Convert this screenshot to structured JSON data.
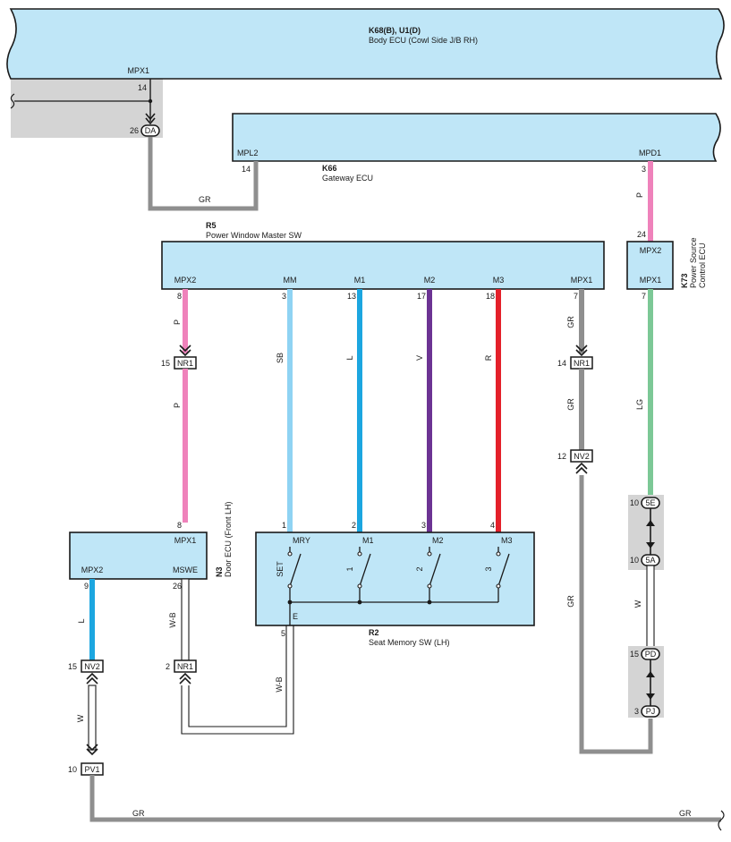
{
  "components": {
    "body_ecu": {
      "code": "K68(B), U1(D)",
      "name": "Body ECU (Cowl Side J/B RH)",
      "pin_name": "MPX1",
      "pin": "14",
      "connector": "DA",
      "connector_pin": "26"
    },
    "gateway_ecu": {
      "code": "K66",
      "name": "Gateway ECU",
      "pin_left_name": "MPL2",
      "pin_left": "14",
      "pin_right_name": "MPD1",
      "pin_right": "3"
    },
    "pw_master": {
      "code": "R5",
      "name": "Power Window Master SW",
      "pins": [
        {
          "name": "MPX2",
          "num": "8"
        },
        {
          "name": "MM",
          "num": "3"
        },
        {
          "name": "M1",
          "num": "13"
        },
        {
          "name": "M2",
          "num": "17"
        },
        {
          "name": "M3",
          "num": "18"
        },
        {
          "name": "MPX1",
          "num": "7"
        }
      ]
    },
    "power_source": {
      "code": "K73",
      "name_line1": "Power Source",
      "name_line2": "Control ECU",
      "pin_top_name": "MPX2",
      "pin_top": "24",
      "pin_bot_name": "MPX1",
      "pin_bot": "7"
    },
    "door_ecu": {
      "code": "N3",
      "name": "Door ECU (Front LH)",
      "pin_mpx1_name": "MPX1",
      "pin_mpx1": "8",
      "pin_mpx2_name": "MPX2",
      "pin_mpx2": "9",
      "pin_mswe_name": "MSWE",
      "pin_mswe": "26"
    },
    "seat_memory": {
      "code": "R2",
      "name": "Seat Memory SW (LH)",
      "pins": [
        {
          "name": "MRY",
          "num": "1",
          "switch": "SET"
        },
        {
          "name": "M1",
          "num": "2",
          "switch": "1"
        },
        {
          "name": "M2",
          "num": "3",
          "switch": "2"
        },
        {
          "name": "M3",
          "num": "4",
          "switch": "3"
        }
      ],
      "ground_name": "E",
      "ground_pin": "5"
    }
  },
  "connectors": {
    "nr1_a": {
      "label": "NR1",
      "pin": "15"
    },
    "nr1_b": {
      "label": "NR1",
      "pin": "14"
    },
    "nr1_c": {
      "label": "NR1",
      "pin": "2"
    },
    "nv2_a": {
      "label": "NV2",
      "pin": "12"
    },
    "nv2_b": {
      "label": "NV2",
      "pin": "15"
    },
    "pv1": {
      "label": "PV1",
      "pin": "10"
    },
    "j5e": {
      "label": "5E",
      "pin": "10"
    },
    "j5a": {
      "label": "5A",
      "pin": "10"
    },
    "jpd": {
      "label": "PD",
      "pin": "15"
    },
    "jpj": {
      "label": "PJ",
      "pin": "3"
    }
  },
  "wire_colors": {
    "gr": "GR",
    "p": "P",
    "sb": "SB",
    "l": "L",
    "v": "V",
    "r": "R",
    "lg": "LG",
    "w": "W",
    "wb": "W-B"
  },
  "colors": {
    "ecu_fill": "#bfe6f7",
    "gray": "#8f8f8f",
    "pink": "#ef82bb",
    "sky": "#8fd3f3",
    "blue": "#1ca6e0",
    "violet": "#6c3393",
    "red": "#e4202a",
    "light_green": "#7cc896",
    "shade": "#d4d4d4"
  }
}
